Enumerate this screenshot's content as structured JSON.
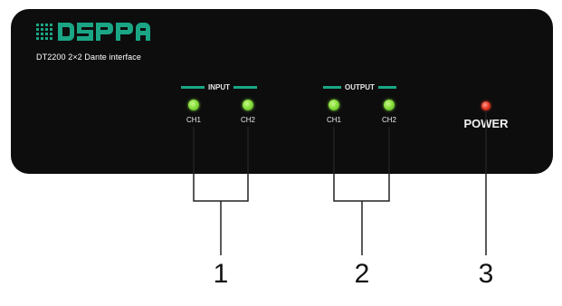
{
  "device": {
    "brand": "DSPPA",
    "model": "DT2200  2×2 Dante interface"
  },
  "input_group": {
    "label": "INPUT",
    "channels": [
      {
        "label": "CH1",
        "led_color": "#8ae03d"
      },
      {
        "label": "CH2",
        "led_color": "#8ae03d"
      }
    ]
  },
  "output_group": {
    "label": "OUTPUT",
    "channels": [
      {
        "label": "CH1",
        "led_color": "#8ae03d"
      },
      {
        "label": "CH2",
        "led_color": "#8ae03d"
      }
    ]
  },
  "power": {
    "label": "POWER",
    "led_color": "#e0301a"
  },
  "callouts": [
    "1",
    "2",
    "3"
  ],
  "colors": {
    "panel": "#0d0d0d",
    "accent": "#1aa685"
  }
}
